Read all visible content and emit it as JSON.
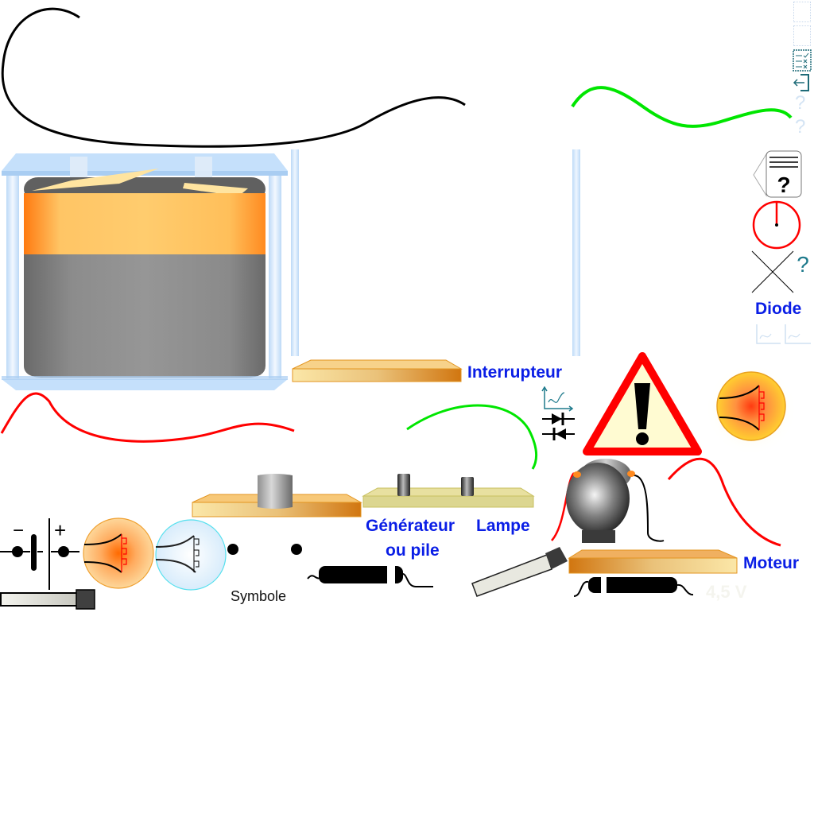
{
  "labels": {
    "interrupteur": "Interrupteur",
    "diode": "Diode",
    "generateur_line1": "Générateur",
    "generateur_line2": "ou pile",
    "lampe": "Lampe",
    "moteur": "Moteur",
    "symbole": "Symbole",
    "voltage": "4,5 V"
  },
  "battery_symbol": {
    "minus": "−",
    "plus": "+"
  },
  "help_icon": {
    "glyph": "?"
  },
  "icons": {
    "toolbar": [
      "checklist-icon-disabled",
      "checklist-icon-disabled",
      "checklist-icon",
      "exit-icon",
      "help-icon-disabled",
      "help-icon-disabled"
    ],
    "tools": [
      "help-document-icon",
      "timer-icon",
      "cross-question-icon",
      "graph-icon-disabled"
    ]
  },
  "colors": {
    "label_blue": "#0a1ee6",
    "wire_red": "#ff0000",
    "wire_green": "#00e600",
    "wire_black": "#000000",
    "warning_red": "#ff0000",
    "warning_fill": "#fffbd2",
    "board_orange": "#e08a1a",
    "icon_teal": "#1e6b78"
  }
}
